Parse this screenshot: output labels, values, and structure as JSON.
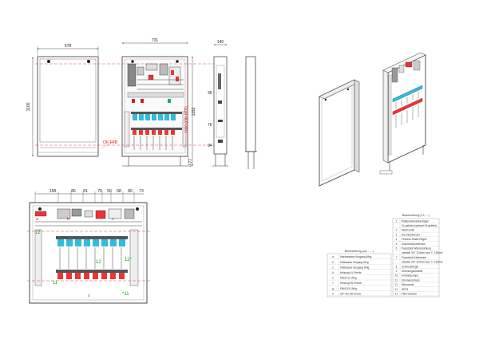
{
  "front": {
    "width": "678",
    "height": "1100"
  },
  "inner": {
    "width": "731",
    "height_total": "1192",
    "dim_36": "36",
    "dim_76": "76",
    "dim_94": "94",
    "dim_ok": "1000 (OK FFB)",
    "ok_ffb": "OK FFB",
    "dim_bottom": "0-77"
  },
  "side": {
    "width": "140"
  },
  "bottom_dims": [
    "158",
    "86",
    "81",
    "79",
    "50",
    "58",
    "80",
    "73"
  ],
  "labels": {
    "a": "a",
    "b": "b",
    "c": "c",
    "s": "s",
    "n12": "12",
    "n11": "11",
    "n11s": "*11",
    "n11b": "11*"
  },
  "legend_left": {
    "title": "Beschreibung (a,b,.......)",
    "rows": [
      [
        "a",
        "Warmwasser Ausgang Whg."
      ],
      [
        "b",
        "Kaltwasser Eingang Whg."
      ],
      [
        "c",
        "Kaltwasser Ausgang Whg."
      ],
      [
        "d",
        "Heizung VL Primär"
      ],
      [
        "e",
        "FBHZ-VL Whg."
      ],
      [
        "f",
        "Heizung RL Primär"
      ],
      [
        "g",
        "FBHZ-RL Whg."
      ],
      [
        "h",
        "3/4\" AG mit Konus"
      ]
    ]
  },
  "legend_right": {
    "title": "Beschreibung (1,2,.....)",
    "rows": [
      [
        "1",
        "Plattenwärmeübertrager"
      ],
      [
        "",
        "Cu gelötet (optional VA gelötet)"
      ],
      [
        "2",
        "Mischventil"
      ],
      [
        "3",
        "Durchlaufsensor"
      ],
      [
        "4",
        "Fineless Smart-Regler"
      ],
      [
        "5",
        "Volumenstromsensor"
      ],
      [
        "6",
        "Passstück Wärmezählung"
      ],
      [
        "",
        "variabel 3/4\" 110mm bzw. 1\" 130mm"
      ],
      [
        "7",
        "Passstück Kaltwasser"
      ],
      [
        "",
        "variabel 3/4\" 110mm bzw. 1\" 130mm"
      ],
      [
        "8",
        "Schmutzfänger"
      ],
      [
        "9",
        "Strömungsschalter"
      ],
      [
        "10",
        "Umwälzpumpe"
      ],
      [
        "11",
        "Stromanschluss"
      ],
      [
        "11",
        "Mikroventil"
      ],
      [
        "11",
        "SPS3"
      ],
      [
        "12",
        "FBH-Verteiler"
      ]
    ]
  }
}
